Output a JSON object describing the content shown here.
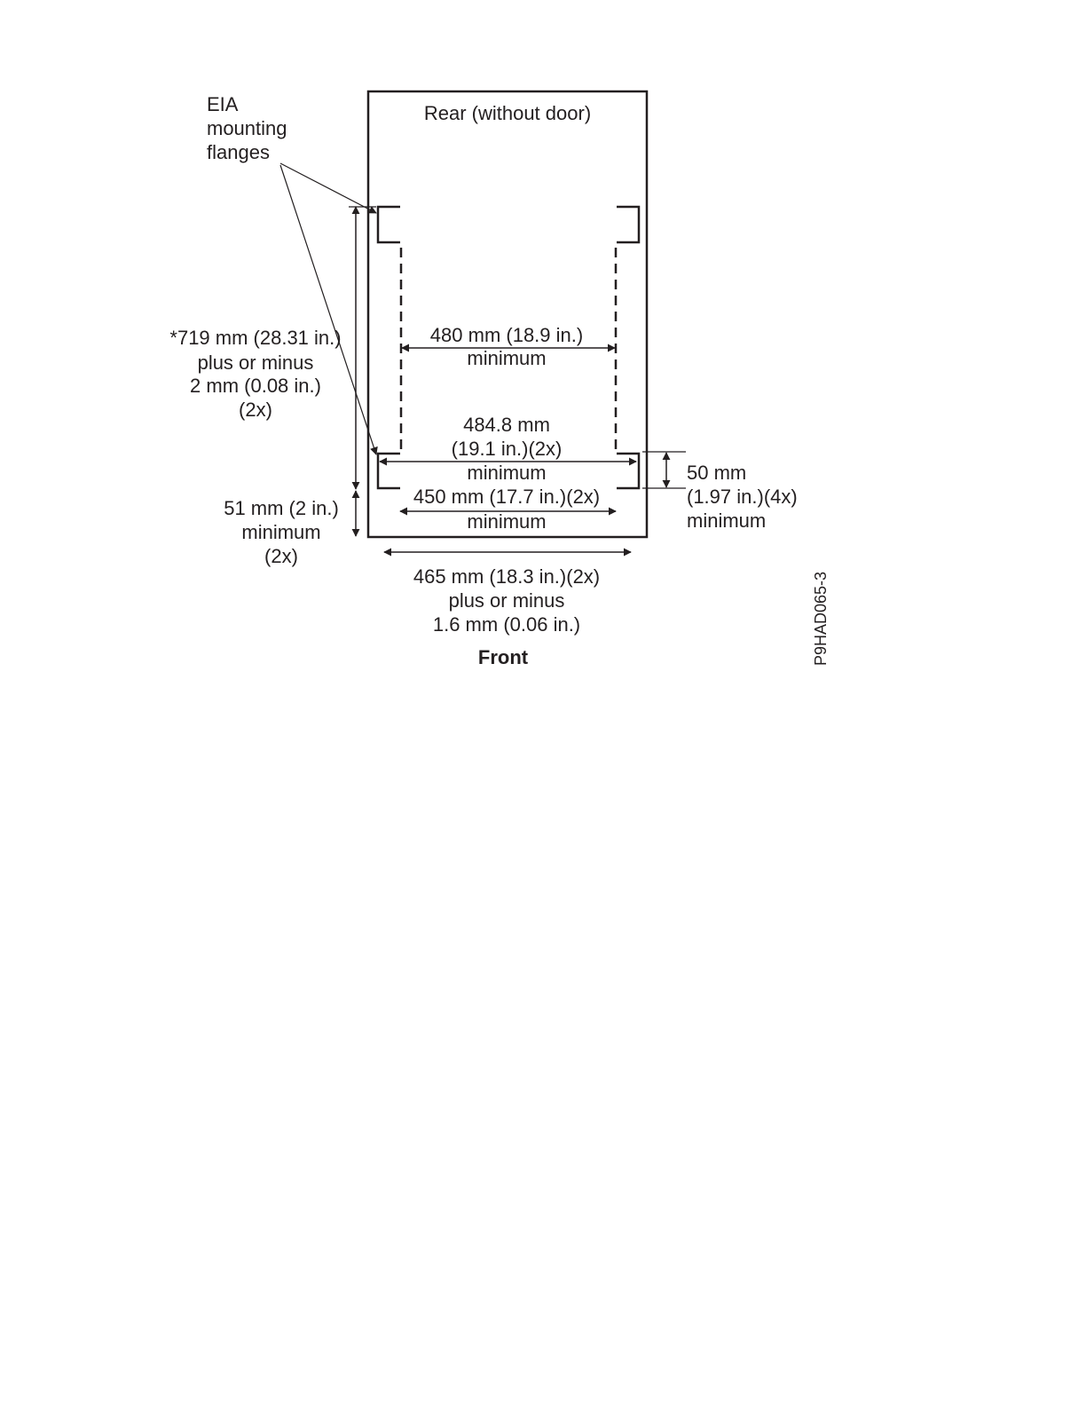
{
  "diagram": {
    "rear_label": "Rear (without door)",
    "front_label": "Front",
    "figure_id": "P9HAD065-3",
    "flange_callout": [
      "EIA",
      "mounting",
      "flanges"
    ],
    "height_dim": [
      "*719 mm (28.31 in.)",
      "plus or minus",
      "2 mm (0.08 in.)",
      "(2x)"
    ],
    "bottom_offset_dim": [
      "51 mm (2 in.)",
      "minimum",
      "(2x)"
    ],
    "inner_width_dim": [
      "480 mm (18.9 in.)",
      "minimum"
    ],
    "flange_width_dim": [
      "484.8 mm",
      "(19.1 in.)(2x)",
      "minimum"
    ],
    "lower_width_dim": [
      "450 mm (17.7 in.)(2x)",
      "minimum"
    ],
    "flange_depth_dim": [
      "50 mm",
      "(1.97 in.)(4x)",
      "minimum"
    ],
    "rack_width_dim": [
      "465 mm (18.3 in.)(2x)",
      "plus or minus",
      "1.6 mm (0.06 in.)"
    ],
    "colors": {
      "ink": "#231f20",
      "background": "#ffffff"
    }
  }
}
